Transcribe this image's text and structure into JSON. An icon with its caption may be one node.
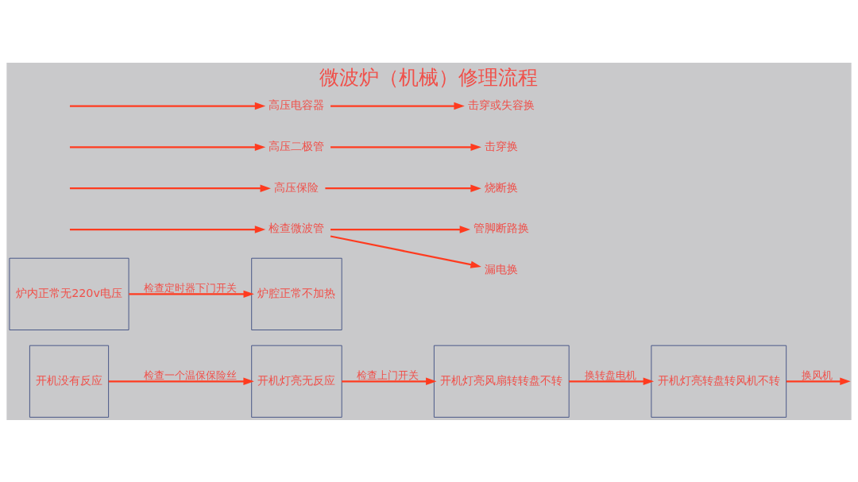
{
  "diagram": {
    "title": "微波炉（机械）修理流程",
    "nodes": [
      {
        "text": [
          "开机没有反应"
        ]
      },
      {
        "text": [
          "开机灯亮无反应"
        ]
      },
      {
        "text": [
          "开机灯亮风扇转转盘不转"
        ]
      },
      {
        "text": [
          "开机灯亮转盘转风机不转"
        ]
      },
      {
        "text": [
          "炉内正常无220v电压"
        ]
      },
      {
        "text": [
          "炉腔正常不加热"
        ]
      },
      {
        "text": [
          "检查微波管"
        ]
      },
      {
        "text": [
          "高压保险"
        ]
      },
      {
        "text": [
          "高压二极管"
        ]
      },
      {
        "text": [
          "高压电容器"
        ]
      },
      {
        "text": [
          "管脚断路换"
        ]
      },
      {
        "text": [
          "漏电换"
        ]
      },
      {
        "text": [
          "烧断换"
        ]
      },
      {
        "text": [
          "击穿换"
        ]
      },
      {
        "text": [
          "击穿或失容换"
        ]
      }
    ],
    "edges": [
      {
        "from": 0,
        "to": 1,
        "arrow": "to",
        "label": "检查一个温保保险丝"
      },
      {
        "from": 1,
        "to": 2,
        "arrow": "to",
        "label": "检查上门开关"
      },
      {
        "from": 2,
        "to": 3,
        "arrow": "to",
        "label": "换转盘电机"
      },
      {
        "from": 3,
        "to": null,
        "arrow": "to",
        "label": "换风机"
      },
      {
        "from": 4,
        "to": 5,
        "arrow": "to",
        "label": "检查定时器下门开关"
      },
      {
        "from": null,
        "to": 6,
        "arrow": "to"
      },
      {
        "from": null,
        "to": 7,
        "arrow": "to"
      },
      {
        "from": null,
        "to": 8,
        "arrow": "to"
      },
      {
        "from": null,
        "to": 9,
        "arrow": "to"
      },
      {
        "from": 6,
        "to": 10,
        "arrow": "to"
      },
      {
        "from": 6,
        "to": 11,
        "arrow": "to"
      },
      {
        "from": 7,
        "to": 12,
        "arrow": "to"
      },
      {
        "from": 8,
        "to": 13,
        "arrow": "to"
      },
      {
        "from": 9,
        "to": 14,
        "arrow": "to"
      }
    ]
  }
}
